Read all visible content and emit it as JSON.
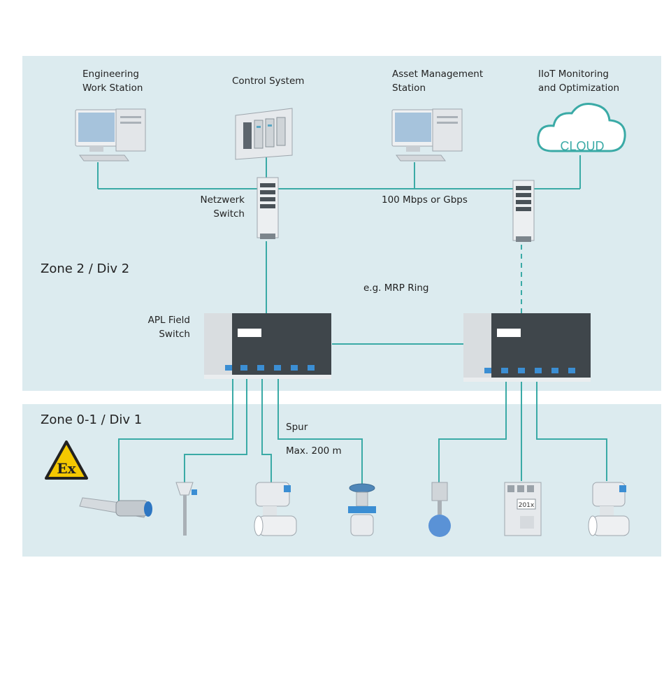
{
  "zones": {
    "upper": "Zone 2 / Div 2",
    "lower": "Zone 0-1 / Div 1"
  },
  "labels": {
    "eng_line1": "Engineering",
    "eng_line2": "Work Station",
    "control": "Control System",
    "asset_line1": "Asset Management",
    "asset_line2": "Station",
    "iiot_line1": "IIoT Monitoring",
    "iiot_line2": "and Optimization",
    "netz_line1": "Netzwerk",
    "netz_line2": "Switch",
    "speed": "100 Mbps or Gbps",
    "mrp": "e.g. MRP Ring",
    "apl_line1": "APL Field",
    "apl_line2": "Switch",
    "spur": "Spur",
    "max": "Max. 200 m",
    "cloud": "CLOUD",
    "ex": "Ex",
    "device_display": "201x"
  },
  "colors": {
    "zone_bg": "#dcebef",
    "line": "#3aaaa6",
    "text": "#222222"
  }
}
